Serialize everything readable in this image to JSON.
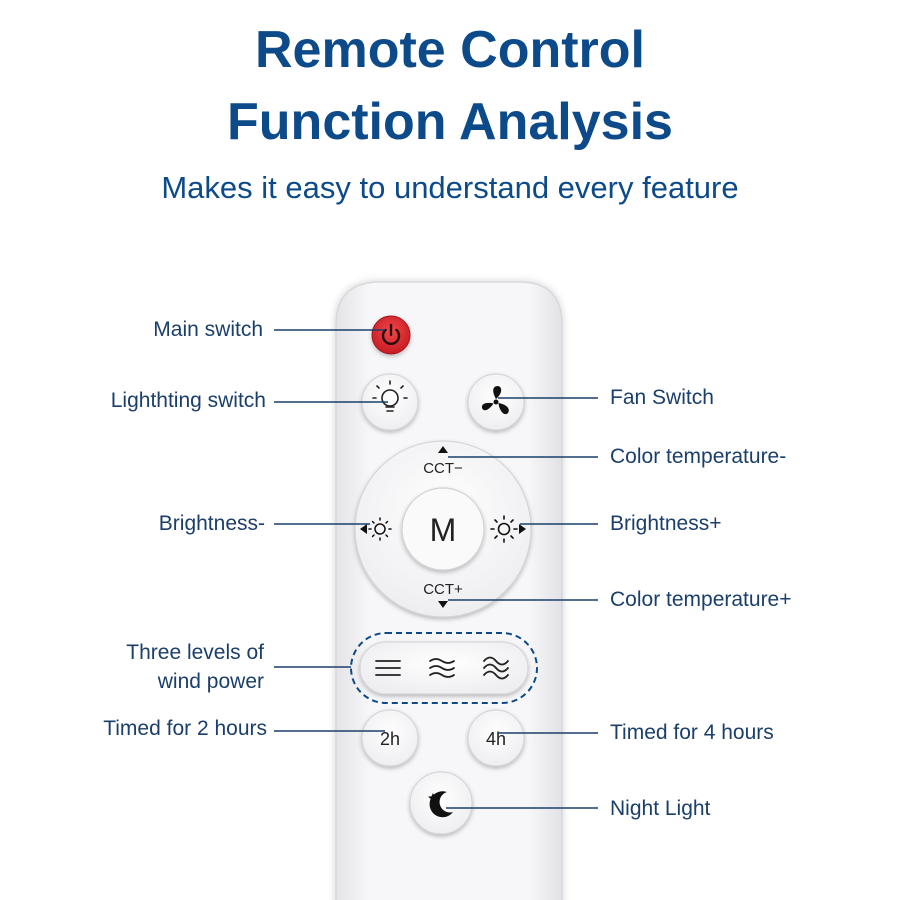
{
  "header": {
    "title_line1": "Remote Control",
    "title_line2": "Function Analysis",
    "subtitle": "Makes it easy to understand every feature"
  },
  "remote": {
    "center_button": "M",
    "cct_minus": "CCT−",
    "cct_plus": "CCT+",
    "timer_2h": "2h",
    "timer_4h": "4h",
    "power_color": "#e0262c"
  },
  "labels": {
    "main_switch": "Main switch",
    "lighting_switch": "Lighthting switch",
    "fan_switch": "Fan Switch",
    "color_temp_minus": "Color temperature-",
    "brightness_minus": "Brightness-",
    "brightness_plus": "Brightness+",
    "color_temp_plus": "Color temperature+",
    "wind_line1": "Three levels of",
    "wind_line2": "wind power",
    "timed_2h": "Timed for 2 hours",
    "timed_4h": "Timed for 4 hours",
    "night_light": "Night Light"
  },
  "colors": {
    "accent": "#0d4a8a",
    "label_text": "#1b3f6b",
    "remote_body": "#f3f3f5"
  }
}
